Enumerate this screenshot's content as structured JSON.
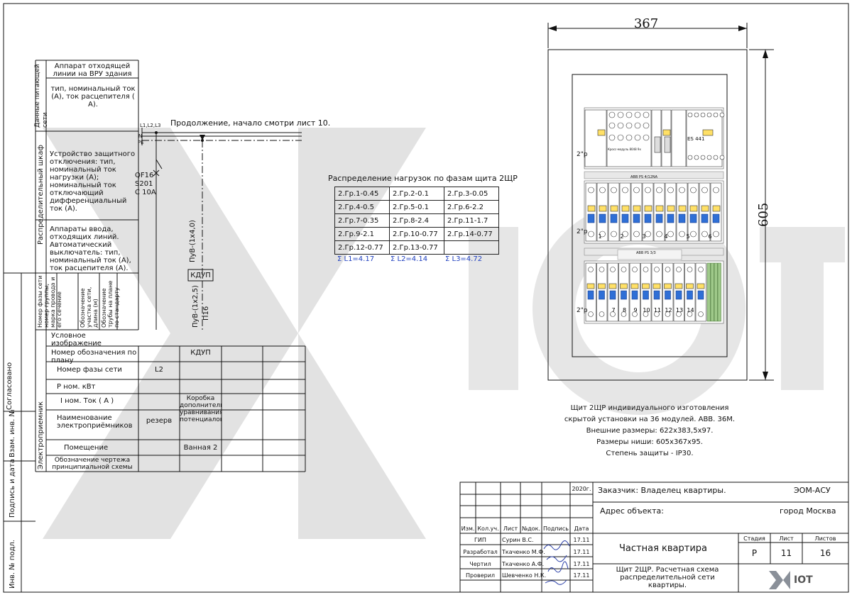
{
  "left_panel": {
    "side_labels": [
      "Согласовано",
      "Взам. инв. №",
      "Подпись и дата",
      "Инв. № подл."
    ],
    "group_labels": [
      "Данные питающей сети",
      "Распределительный шкаф",
      "Номер фазы сети номер группы, марка провода и его сечение",
      "Обозначение участка сети, длина (м)",
      "Обозначение трубы на плане по стандарту",
      "Электроприемник"
    ],
    "sections": [
      "Аппарат отходящей линии на ВРУ здания",
      "тип, номинальный ток (А), ток расцепителя ( А).",
      "Устройство защитного отключения: тип, номинальный ток нагрузки (А); номинальный ток отключающий дифференциальный ток (А).",
      "Аппараты ввода, отходящих линий. Автоматический выключатель: тип, номинальный ток (А), ток расцепителя (А)."
    ],
    "rows": [
      {
        "label": "Условное изображение",
        "values": []
      },
      {
        "label": "Номер обозначения по плану",
        "values": [
          "",
          "КДУП"
        ]
      },
      {
        "label": "Номер фазы сети",
        "values": [
          "L2",
          ""
        ]
      },
      {
        "label": "Р ном. кВт",
        "values": [
          "",
          ""
        ]
      },
      {
        "label": "I ном. Ток ( А )",
        "values": [
          "",
          "Коробка дополнительного уравнивания потенциалов"
        ]
      },
      {
        "label": "Наименование электроприёмников",
        "values": [
          "резерв",
          ""
        ]
      },
      {
        "label": "Помещение",
        "values": [
          "",
          "Ванная 2"
        ]
      },
      {
        "label": "Обозначение чертежа принципиальной схемы",
        "values": [
          "",
          ""
        ]
      }
    ]
  },
  "schematic": {
    "bus_labels": [
      "L1,L2,L3",
      "N",
      "PE"
    ],
    "continuation": "Продолжение, начало смотри лист 10.",
    "breaker": [
      "QF16",
      "S201",
      "C 10A"
    ],
    "cable1": "ПуВ-(1х4,0)",
    "cable2": "ПуВ-(1х2,5)",
    "pipe": "П16",
    "box": "КДУП"
  },
  "load_table": {
    "title": "Распределение нагрузок по фазам щита 2ЩР",
    "rows": [
      [
        "2.Гр.1-0.45",
        "2.Гр.2-0.1",
        "2.Гр.3-0.05"
      ],
      [
        "2.Гр.4-0.5",
        "2.Гр.5-0.1",
        "2.Гр.6-2.2"
      ],
      [
        "2.Гр.7-0.35",
        "2.Гр.8-2.4",
        "2.Гр.11-1.7"
      ],
      [
        "2.Гр.9-2.1",
        "2.Гр.10-0.77",
        "2.Гр.14-0.77"
      ],
      [
        "2.Гр.12-0.77",
        "2.Гр.13-0.77",
        ""
      ]
    ],
    "sums": [
      "Σ L1=4.17",
      "Σ L2=4.14",
      "Σ L3=4.72"
    ]
  },
  "panel": {
    "width_dim": "367",
    "height_dim": "605",
    "row_label": "2\"р",
    "top_labels": [
      "ES 441",
      "Кросс-модуль 8048 9х"
    ],
    "din_label1": "ABB PS 4/12NA",
    "din_label2": "ABB PS 3/3",
    "row2_numbers": [
      "1",
      "2",
      "3",
      "4",
      "5",
      "6"
    ],
    "row3_numbers": [
      "7",
      "8",
      "9",
      "10",
      "11",
      "12",
      "13",
      "14"
    ],
    "description": [
      "Щит 2ЩР индивидуального изготовления",
      "скрытой установки на 36 модулей. АВВ. 36М.",
      "Внешние размеры: 622х383,5х97.",
      "Размеры ниши: 605х367х95.",
      "Степень защиты - IP30."
    ]
  },
  "title_block": {
    "year": "2020г.",
    "customer": "Заказчик:  Владелец квартиры.",
    "code": "ЭОМ-АСУ",
    "address_label": "Адрес объекта:",
    "city": "город Москва",
    "headers": [
      "Изм.",
      "Кол.уч.",
      "Лист",
      "№док.",
      "Подпись",
      "Дата"
    ],
    "signers": [
      {
        "role": "ГИП",
        "name": "Сурин В.С.",
        "date": "17.11"
      },
      {
        "role": "Разработал",
        "name": "Ткаченко М.Ф.",
        "date": "17.11"
      },
      {
        "role": "Чертил",
        "name": "Ткаченко А.Ф.",
        "date": "17.11"
      },
      {
        "role": "Проверил",
        "name": "Шевченко Н.К.",
        "date": "17.11"
      }
    ],
    "object": "Частная квартира",
    "stage_label": "Стадия",
    "sheet_label": "Лист",
    "sheets_label": "Листов",
    "stage": "Р",
    "sheet": "11",
    "sheets": "16",
    "doc_title": "Щит 2ЩР. Расчетная схема распределительной сети квартиры.",
    "logo_text": "IOT"
  },
  "colors": {
    "line": "#111111",
    "blue": "#1f3fbf",
    "watermark": "#d9d9d9"
  }
}
